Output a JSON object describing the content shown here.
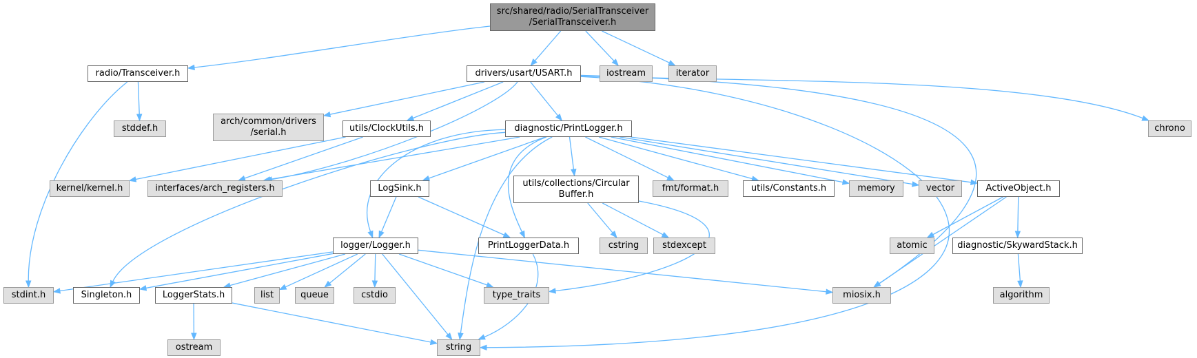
{
  "graph": {
    "colors": {
      "edge": "#63b8ff",
      "root_fill": "#999999",
      "local_fill": "#ffffff",
      "system_fill": "#e0e0e0",
      "border": "#666666"
    },
    "nodes": {
      "root": {
        "label": "src/shared/radio/SerialTransceiver\n/SerialTransceiver.h",
        "kind": "root"
      },
      "transceiver": {
        "label": "radio/Transceiver.h",
        "kind": "local"
      },
      "usart": {
        "label": "drivers/usart/USART.h",
        "kind": "local"
      },
      "iostream": {
        "label": "iostream",
        "kind": "system"
      },
      "iterator": {
        "label": "iterator",
        "kind": "system"
      },
      "stddef": {
        "label": "stddef.h",
        "kind": "system"
      },
      "serial": {
        "label": "arch/common/drivers\n/serial.h",
        "kind": "system"
      },
      "clockutils": {
        "label": "utils/ClockUtils.h",
        "kind": "local"
      },
      "printlogger": {
        "label": "diagnostic/PrintLogger.h",
        "kind": "local"
      },
      "chrono": {
        "label": "chrono",
        "kind": "system"
      },
      "kernel": {
        "label": "kernel/kernel.h",
        "kind": "system"
      },
      "archreg": {
        "label": "interfaces/arch_registers.h",
        "kind": "system"
      },
      "logsink": {
        "label": "LogSink.h",
        "kind": "local"
      },
      "circbuf": {
        "label": "utils/collections/Circular\nBuffer.h",
        "kind": "local"
      },
      "fmt": {
        "label": "fmt/format.h",
        "kind": "system"
      },
      "constants": {
        "label": "utils/Constants.h",
        "kind": "local"
      },
      "memory": {
        "label": "memory",
        "kind": "system"
      },
      "vector": {
        "label": "vector",
        "kind": "system"
      },
      "activeobject": {
        "label": "ActiveObject.h",
        "kind": "local"
      },
      "logger": {
        "label": "logger/Logger.h",
        "kind": "local"
      },
      "printloggerdata": {
        "label": "PrintLoggerData.h",
        "kind": "local"
      },
      "cstring": {
        "label": "cstring",
        "kind": "system"
      },
      "stdexcept": {
        "label": "stdexcept",
        "kind": "system"
      },
      "atomic": {
        "label": "atomic",
        "kind": "system"
      },
      "skywardstack": {
        "label": "diagnostic/SkywardStack.h",
        "kind": "local"
      },
      "stdint": {
        "label": "stdint.h",
        "kind": "system"
      },
      "singleton": {
        "label": "Singleton.h",
        "kind": "local"
      },
      "loggerstats": {
        "label": "LoggerStats.h",
        "kind": "local"
      },
      "list": {
        "label": "list",
        "kind": "system"
      },
      "queue": {
        "label": "queue",
        "kind": "system"
      },
      "cstdio": {
        "label": "cstdio",
        "kind": "system"
      },
      "typetraits": {
        "label": "type_traits",
        "kind": "system"
      },
      "miosix": {
        "label": "miosix.h",
        "kind": "system"
      },
      "algorithm": {
        "label": "algorithm",
        "kind": "system"
      },
      "ostream": {
        "label": "ostream",
        "kind": "system"
      },
      "string": {
        "label": "string",
        "kind": "system"
      }
    }
  }
}
